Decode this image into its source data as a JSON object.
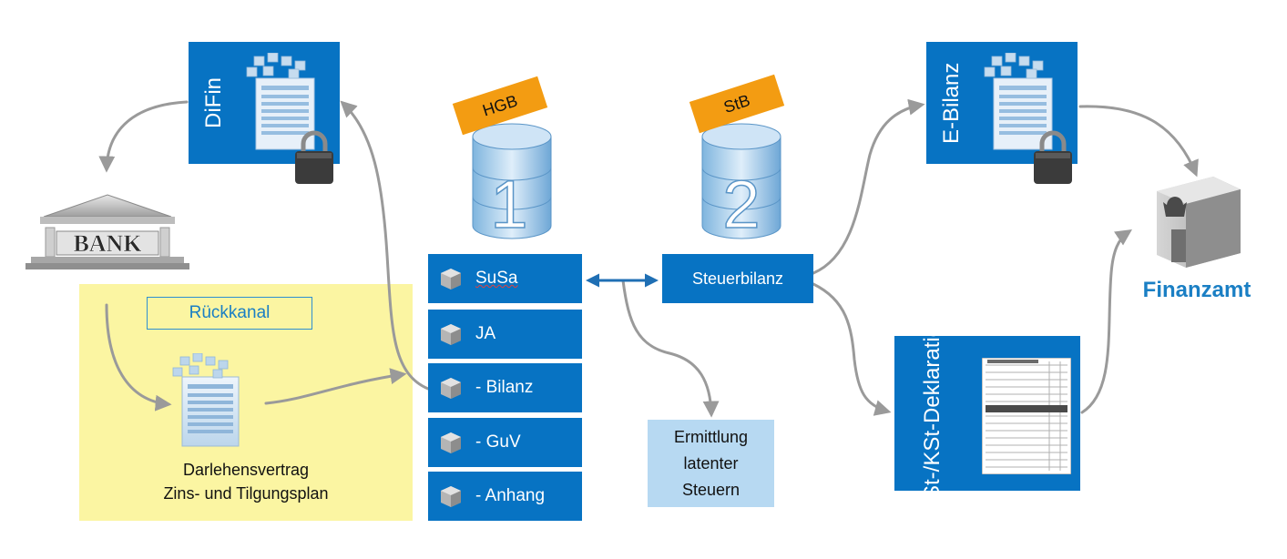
{
  "rueckkanal": {
    "label": "Rückkanal",
    "document_lines": [
      "Darlehensvertrag",
      "Zins- und Tilgungsplan"
    ]
  },
  "tiles": {
    "difin": "DiFin",
    "ebilanz": "E-Bilanz",
    "est_line1": "ESt-/KSt-",
    "est_line2": "Deklaration"
  },
  "databases": {
    "hgb": {
      "tag": "HGB",
      "number": "1"
    },
    "stb": {
      "tag": "StB",
      "number": "2"
    }
  },
  "stack": [
    "SuSa",
    "JA",
    "- Bilanz",
    "- GuV",
    "- Anhang"
  ],
  "steuerbilanz": "Steuerbilanz",
  "latente": [
    "Ermittlung",
    "latenter",
    "Steuern"
  ],
  "bank_label": "BANK",
  "finanzamt": "Finanzamt",
  "colors": {
    "tile_blue": "#0773c3",
    "tag_orange": "#f39c12",
    "panel_yellow": "#fbf5a2",
    "light_blue": "#b7d9f2",
    "accent_text": "#1a7fc4",
    "arrow_gray": "#9a9a9a",
    "double_arrow": "#1f6fb4"
  },
  "icons": [
    "spreadsheet-icon",
    "padlock-icon",
    "bank-icon",
    "database-icon",
    "cube-icon",
    "finanzamt-building-icon",
    "tax-form-icon"
  ]
}
